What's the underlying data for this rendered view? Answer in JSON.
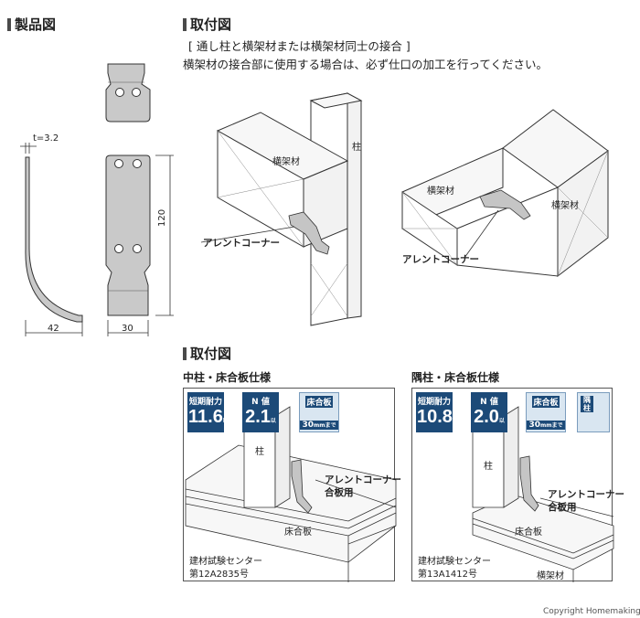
{
  "sections": {
    "product": {
      "title": "製品図"
    },
    "mount_top": {
      "title": "取付図",
      "caption1": "[ 通し柱と横架材または横架材同士の接合 ]",
      "caption2": "横架材の接合部に使用する場合は、必ず仕口の加工を行ってください。"
    },
    "mount_bottom": {
      "title": "取付図"
    }
  },
  "product_dims": {
    "thickness": "t=3.2",
    "height": "120",
    "base": "42",
    "width": "30"
  },
  "top_diagram": {
    "left": {
      "post": "柱",
      "beam": "横架材",
      "part": "アレントコーナー"
    },
    "right": {
      "beam_a": "横架材",
      "beam_b": "横架材",
      "part": "アレントコーナー"
    }
  },
  "panels": [
    {
      "title": "中柱・床合板仕様",
      "short_label": "短期耐力",
      "short_value": "11.6",
      "short_unit": "kN",
      "n_label": "N 値",
      "n_value": "2.1",
      "n_unit": "以下",
      "floor_label": "床合板",
      "floor_value": "30",
      "floor_unit": "mmまで",
      "post": "柱",
      "part_line1": "アレントコーナー",
      "part_line2": "合板用",
      "floor": "床合板",
      "cert_line1": "建材試験センター",
      "cert_line2": "第12A2835号"
    },
    {
      "title": "隅柱・床合板仕様",
      "short_label": "短期耐力",
      "short_value": "10.8",
      "short_unit": "kN",
      "n_label": "N 値",
      "n_value": "2.0",
      "n_unit": "以下",
      "floor_label": "床合板",
      "floor_value": "30",
      "floor_unit": "mmまで",
      "corner_label": "隅柱",
      "post": "柱",
      "part_line1": "アレントコーナー",
      "part_line2": "合板用",
      "floor": "床合板",
      "beam": "横架材",
      "cert_line1": "建材試験センター",
      "cert_line2": "第13A1412号"
    }
  ],
  "copyright": "Copyright Homemaking",
  "colors": {
    "navy": "#1c4a78",
    "light_blue": "#d9e6f1",
    "part_gray": "#c5c5c5"
  }
}
